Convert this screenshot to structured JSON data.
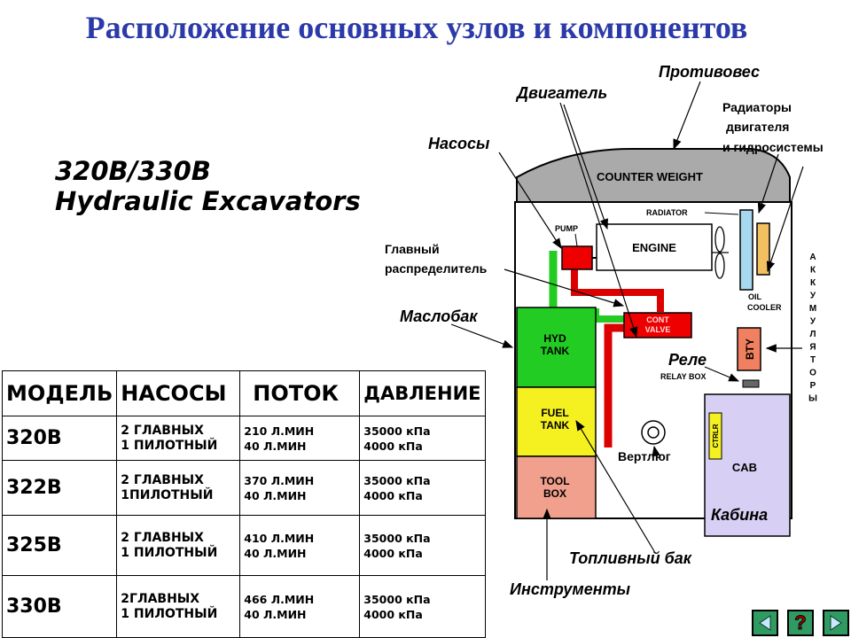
{
  "title": "Расположение основных узлов и компонентов",
  "subtitle": [
    "320B/330B",
    "Hydraulic Excavators"
  ],
  "diagram": {
    "counter_weight": "COUNTER WEIGHT",
    "pump": "PUMP",
    "engine": "ENGINE",
    "radiator": "RADIATOR",
    "oil_cooler": [
      "OIL",
      "COOLER"
    ],
    "hyd_tank": [
      "HYD",
      "TANK"
    ],
    "cont_valve": [
      "CONT",
      "VALVE"
    ],
    "fuel_tank": [
      "FUEL",
      "TANK"
    ],
    "tool_box": [
      "TOOL",
      "BOX"
    ],
    "bty": "BTY",
    "relay_box": "RELAY BOX",
    "cab": "CAB",
    "ctrl_strip": "CTRLR"
  },
  "callouts": {
    "protivoves": "Противовес",
    "dvigatel": "Двигатель",
    "nasosy": "Насосы",
    "radiatory": [
      "Радиаторы",
      "двигателя",
      "и гидросистемы"
    ],
    "glavny": [
      "Главный",
      "распределитель"
    ],
    "maslobak": "Маслобак",
    "akkumulyatory": "АККУМУЛЯТОРЫ",
    "rele": "Реле",
    "vertlyug": "Вертлюг",
    "kabina": "Кабина",
    "toplivny": "Топливный бак",
    "instrumenty": "Инструменты"
  },
  "table": {
    "headers": [
      "МОДЕЛЬ",
      "НАСОСЫ",
      "ПОТОК",
      "ДАВЛЕНИЕ"
    ],
    "rows": [
      {
        "model": "320B",
        "pumps": [
          "2 ГЛАВНЫХ",
          "1 ПИЛОТНЫЙ"
        ],
        "flow": [
          "210 Л.МИН",
          "40 Л.МИН"
        ],
        "pressure": [
          "35000 кПа",
          "4000 кПа"
        ]
      },
      {
        "model": "322B",
        "pumps": [
          "2 ГЛАВНЫХ",
          "1ПИЛОТНЫЙ"
        ],
        "flow": [
          "370 Л.МИН",
          "40 Л.МИН"
        ],
        "pressure": [
          "35000 кПа",
          "4000 кПа"
        ]
      },
      {
        "model": "325B",
        "pumps": [
          "2 ГЛАВНЫХ",
          "1 ПИЛОТНЫЙ"
        ],
        "flow": [
          "410 Л.МИН",
          "40 Л.МИН"
        ],
        "pressure": [
          "35000 кПа",
          "4000 кПа"
        ]
      },
      {
        "model": "330B",
        "pumps": [
          "2ГЛАВНЫХ",
          "1 ПИЛОТНЫЙ"
        ],
        "flow": [
          "466 Л.МИН",
          "40 Л.МИН"
        ],
        "pressure": [
          "35000 кПа",
          "4000 кПа"
        ]
      }
    ]
  },
  "nav": {
    "prev_icon": "arrow-left-icon",
    "help": "?",
    "next_icon": "arrow-right-icon"
  }
}
